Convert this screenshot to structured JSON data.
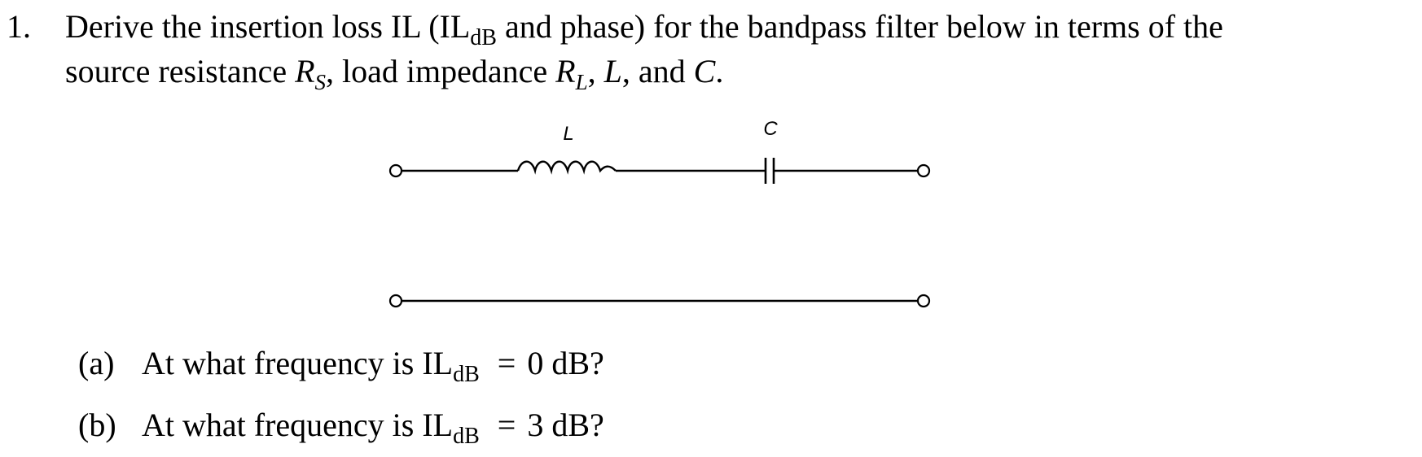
{
  "problem": {
    "number": "1.",
    "line1": {
      "pre": "Derive the insertion loss IL (IL",
      "sub": "dB",
      "post": " and phase) for the bandpass filter below in terms of the"
    },
    "line2": {
      "pre": "source resistance ",
      "rs_main": "R",
      "rs_sub": "S",
      "mid": ", load impedance ",
      "rl_main": "R",
      "rl_sub": "L",
      "comma1": ", ",
      "l": "L",
      "and": ", and ",
      "c": "C",
      "end": "."
    }
  },
  "circuit": {
    "inductor_label": "L",
    "capacitor_label": "C"
  },
  "parts": [
    {
      "label": "(a)",
      "pre": "At what frequency is IL",
      "sub": "dB",
      "eq": "=",
      "post": "0 dB?"
    },
    {
      "label": "(b)",
      "pre": "At what frequency is IL",
      "sub": "dB",
      "eq": "=",
      "post": "3 dB?"
    }
  ]
}
